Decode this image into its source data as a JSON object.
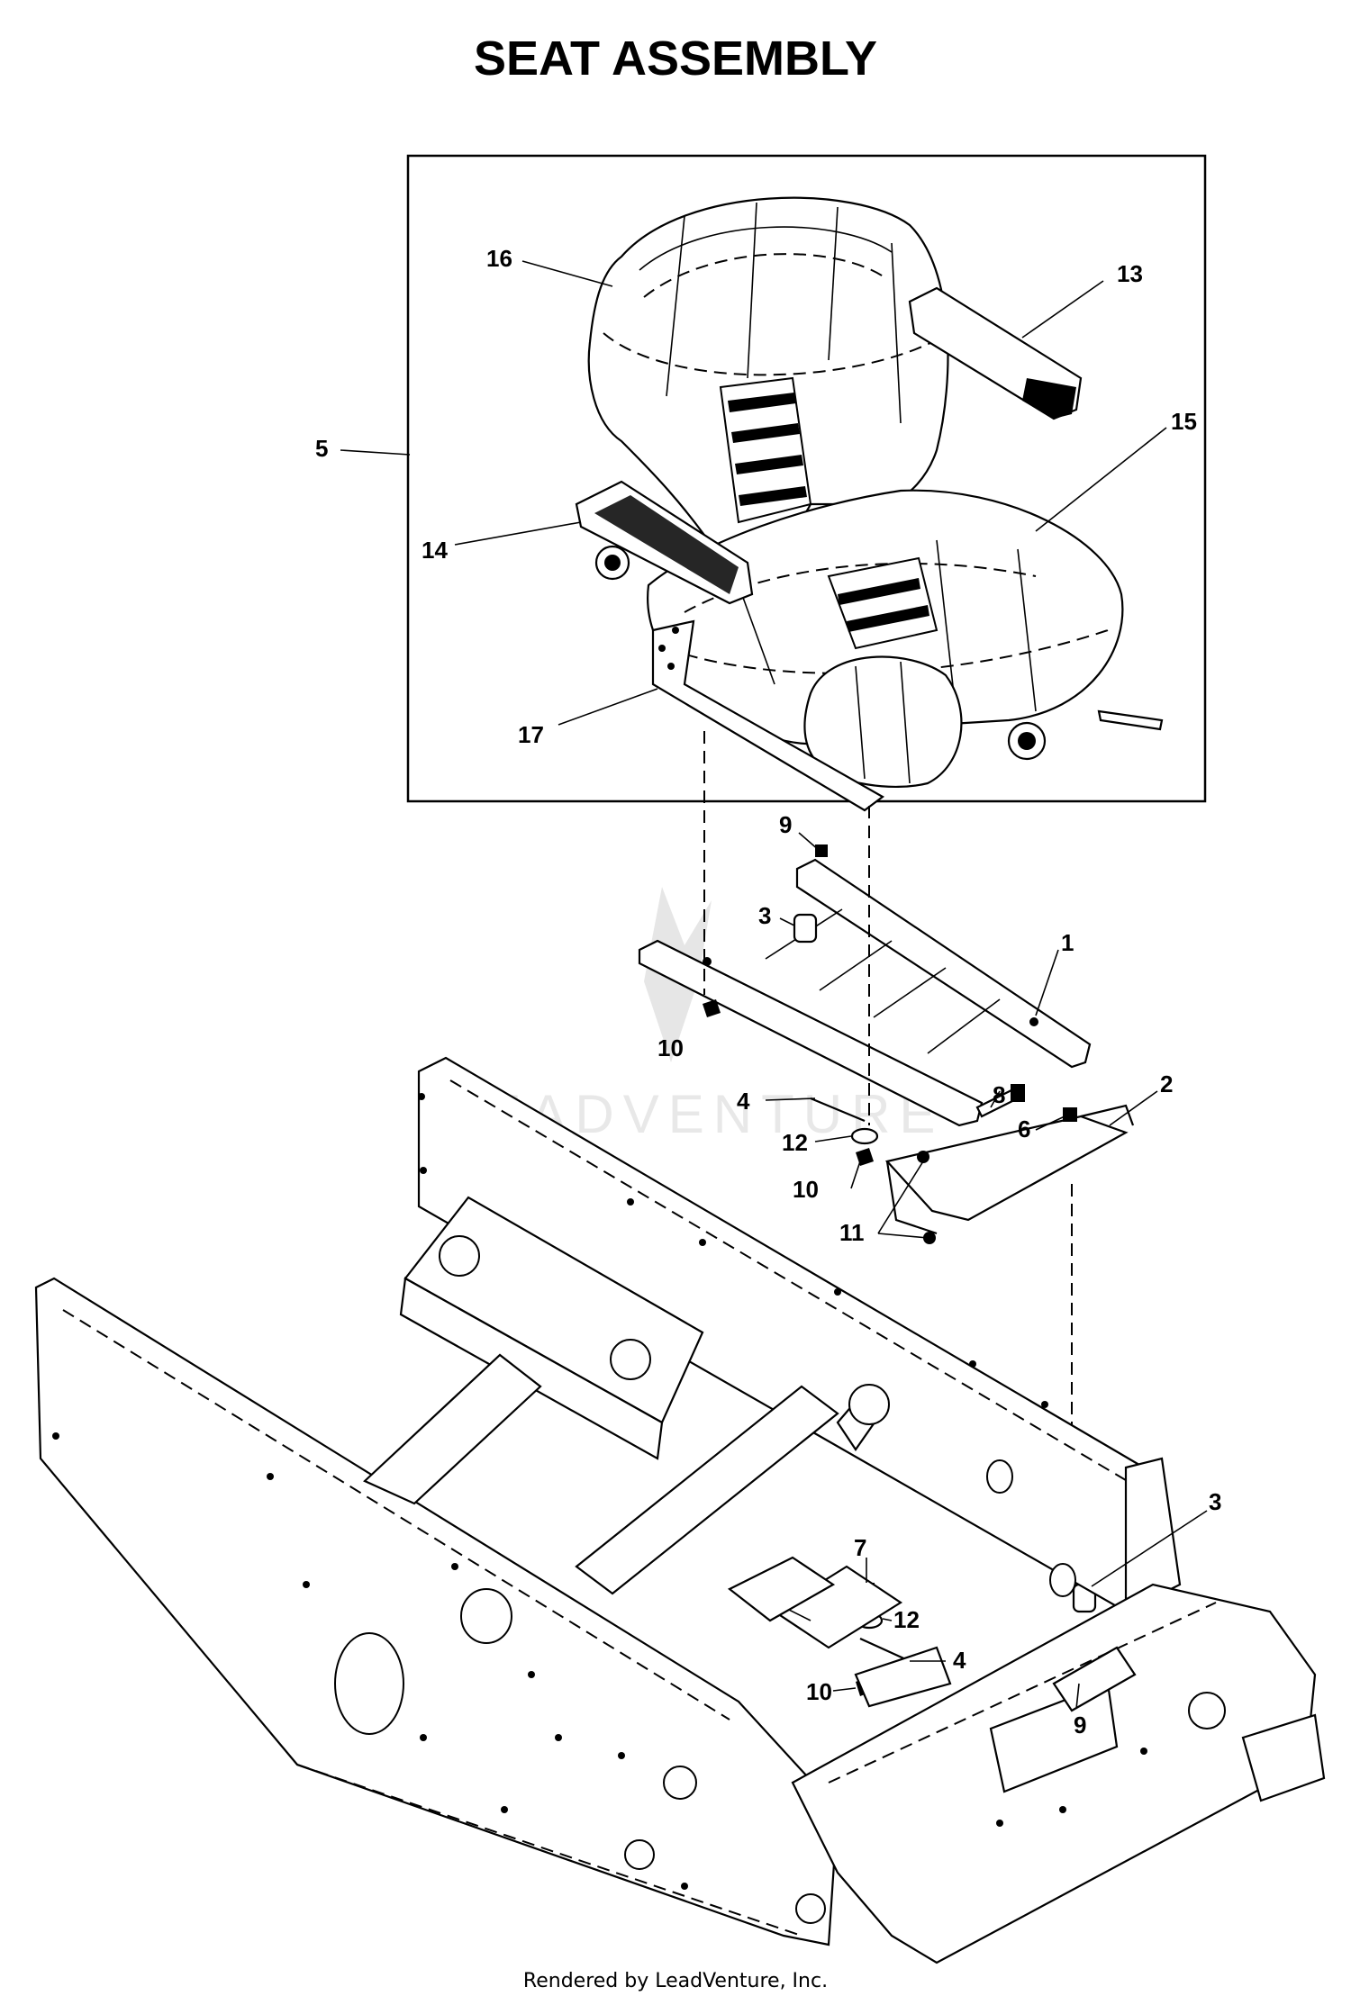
{
  "title": "SEAT ASSEMBLY",
  "footer": "Rendered by LeadVenture, Inc.",
  "watermark": "LEADVENTURE",
  "callouts": {
    "c1": "1",
    "c2": "2",
    "c3a": "3",
    "c3b": "3",
    "c4a": "4",
    "c4b": "4",
    "c5": "5",
    "c6": "6",
    "c7": "7",
    "c8": "8",
    "c9a": "9",
    "c9b": "9",
    "c10a": "10",
    "c10b": "10",
    "c10c": "10",
    "c11": "11",
    "c12a": "12",
    "c12b": "12",
    "c13": "13",
    "c14": "14",
    "c15": "15",
    "c16": "16",
    "c17": "17"
  }
}
